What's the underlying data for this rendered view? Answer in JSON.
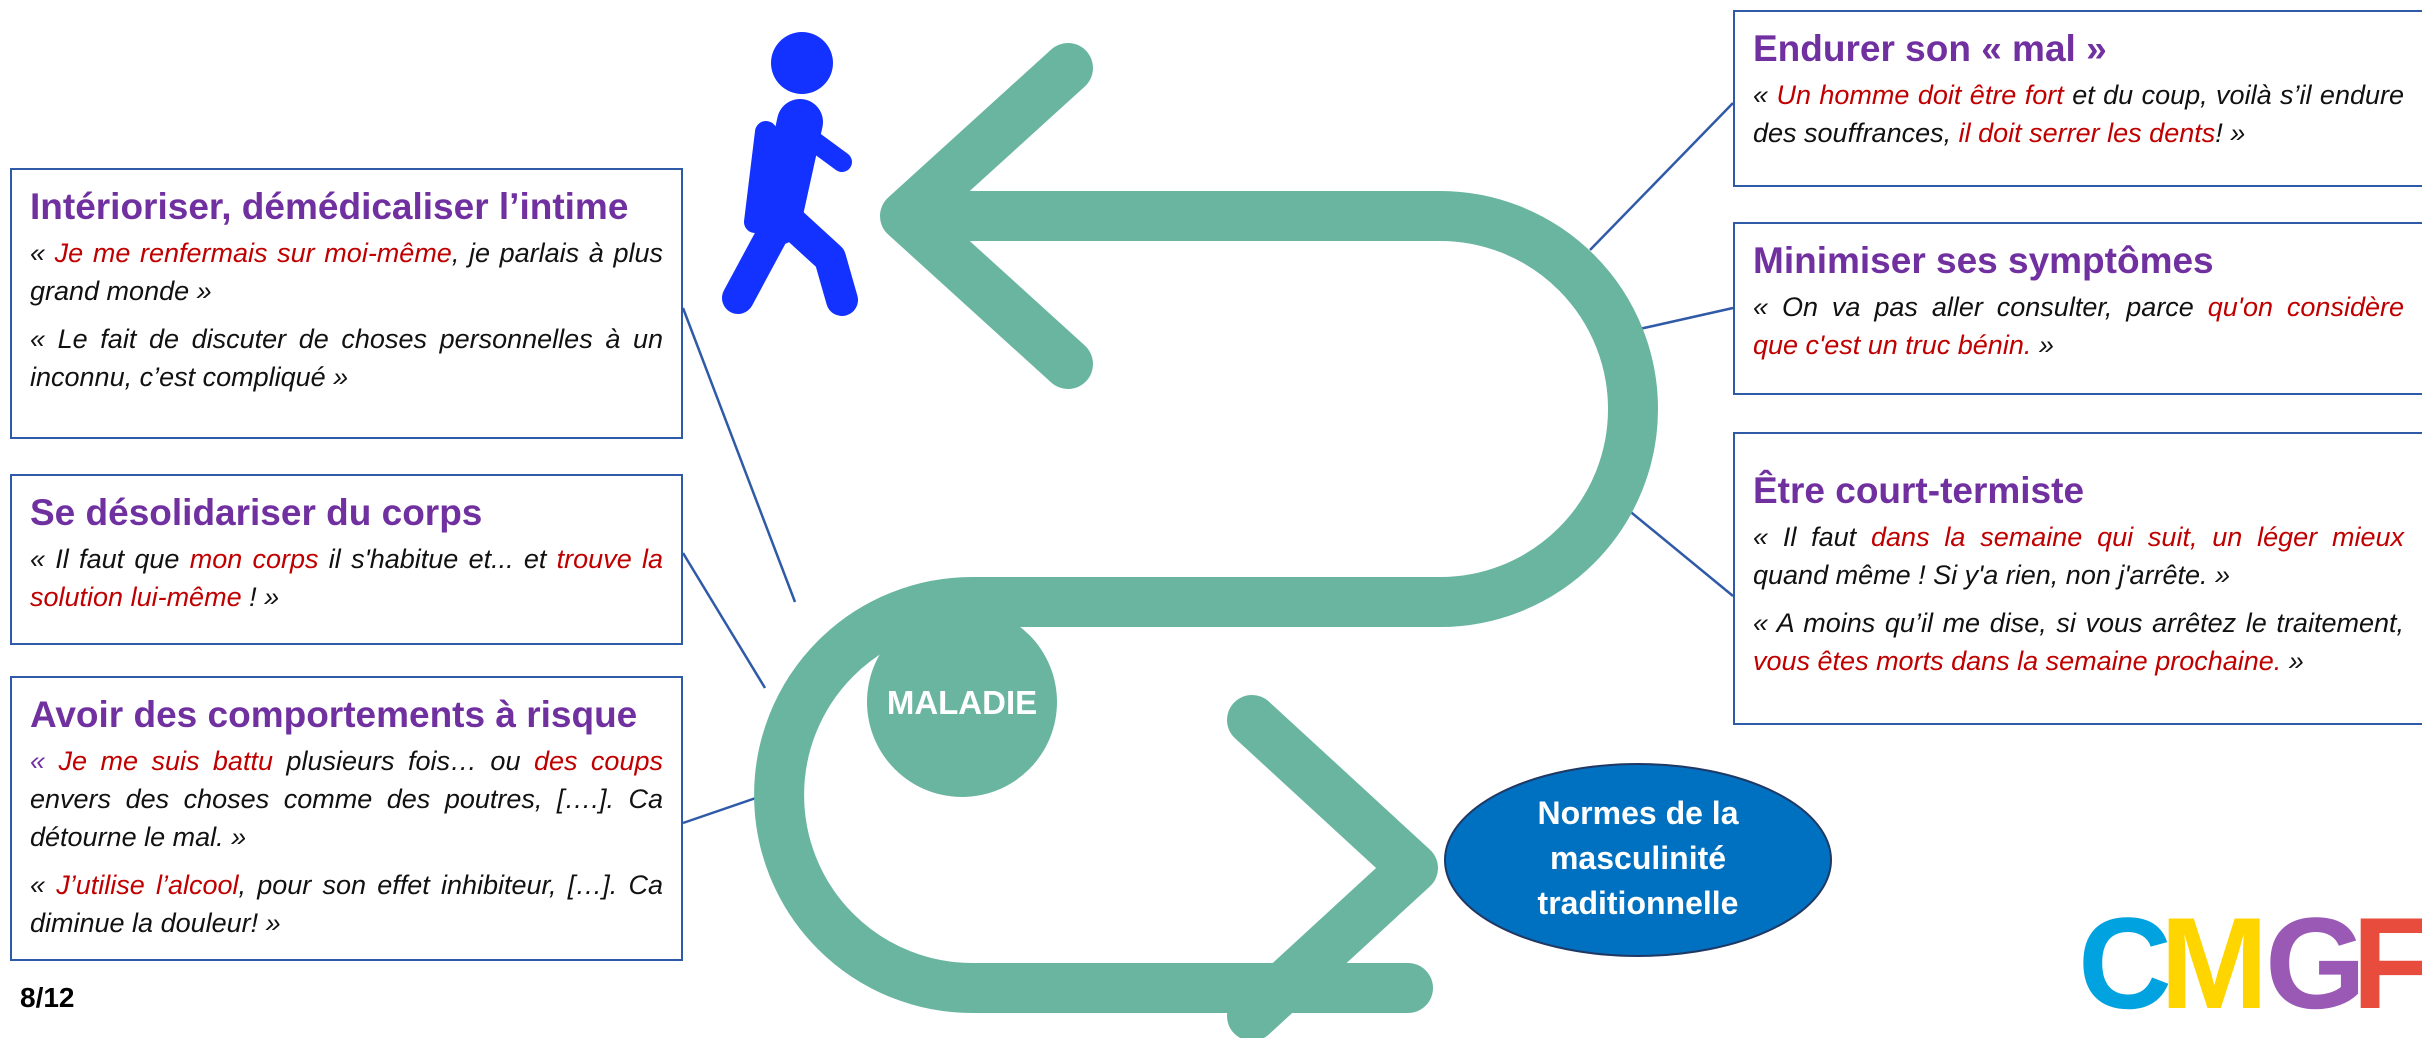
{
  "center_label": "MALADIE",
  "end_label": [
    "Normes de la",
    "masculinité",
    "traditionnelle"
  ],
  "page_number": "8/12",
  "logo": {
    "text": "CMGF",
    "colors": [
      "#e6007e",
      "#ffd500",
      "#00a3e0",
      "#9b59b6",
      "#e74c3c"
    ]
  },
  "colors": {
    "arrow": "#69b5a0",
    "box_border": "#2f5aa8",
    "title": "#7030a0",
    "highlight": "#c00000",
    "ellipse": "#0070c0",
    "walker": "#1432ff"
  },
  "boxes": {
    "interioriser": {
      "title": "Intérioriser, démédicaliser l’intime",
      "q1": [
        "« ",
        "Je me renfermais sur moi-même",
        ", je parlais à plus grand monde »"
      ],
      "q2": " « Le fait de discuter de choses personnelles à un inconnu, c’est compliqué »"
    },
    "desolidariser": {
      "title": "Se désolidariser du corps",
      "q1": [
        "« Il faut que ",
        "mon corps",
        " il s'habitue et... et ",
        "trouve la solution lui-même",
        " ! »"
      ]
    },
    "risque": {
      "title": "Avoir des comportements à risque",
      "q1": [
        " « ",
        "Je me suis battu",
        " plusieurs fois… ou ",
        "des coups",
        " envers des choses comme des poutres, [….]. Ca détourne le mal. »"
      ],
      "q2": [
        "« ",
        "J’utilise l’alcool",
        ", pour son effet inhibiteur, […]. Ca diminue la douleur! »"
      ]
    },
    "endurer": {
      "title": "Endurer son « mal »",
      "q1": [
        "« ",
        "Un homme doit être fort",
        " et du coup, voilà s’il endure des souffrances, ",
        "il doit serrer les dents",
        "! »"
      ]
    },
    "minimiser": {
      "title": "Minimiser ses symptômes",
      "q1": [
        "« On va pas aller consulter, parce ",
        "qu'on considère que c'est un truc bénin.",
        " »"
      ]
    },
    "court": {
      "title": "Être court-termiste",
      "q1": [
        "« Il faut ",
        "dans la semaine qui suit, un léger mieux",
        " quand même ! Si y'a rien, non j'arrête. »"
      ],
      "q2": [
        "« A moins qu’il me dise, si vous arrêtez le traitement, ",
        "vous êtes morts dans la semaine prochaine.",
        " »"
      ]
    }
  }
}
